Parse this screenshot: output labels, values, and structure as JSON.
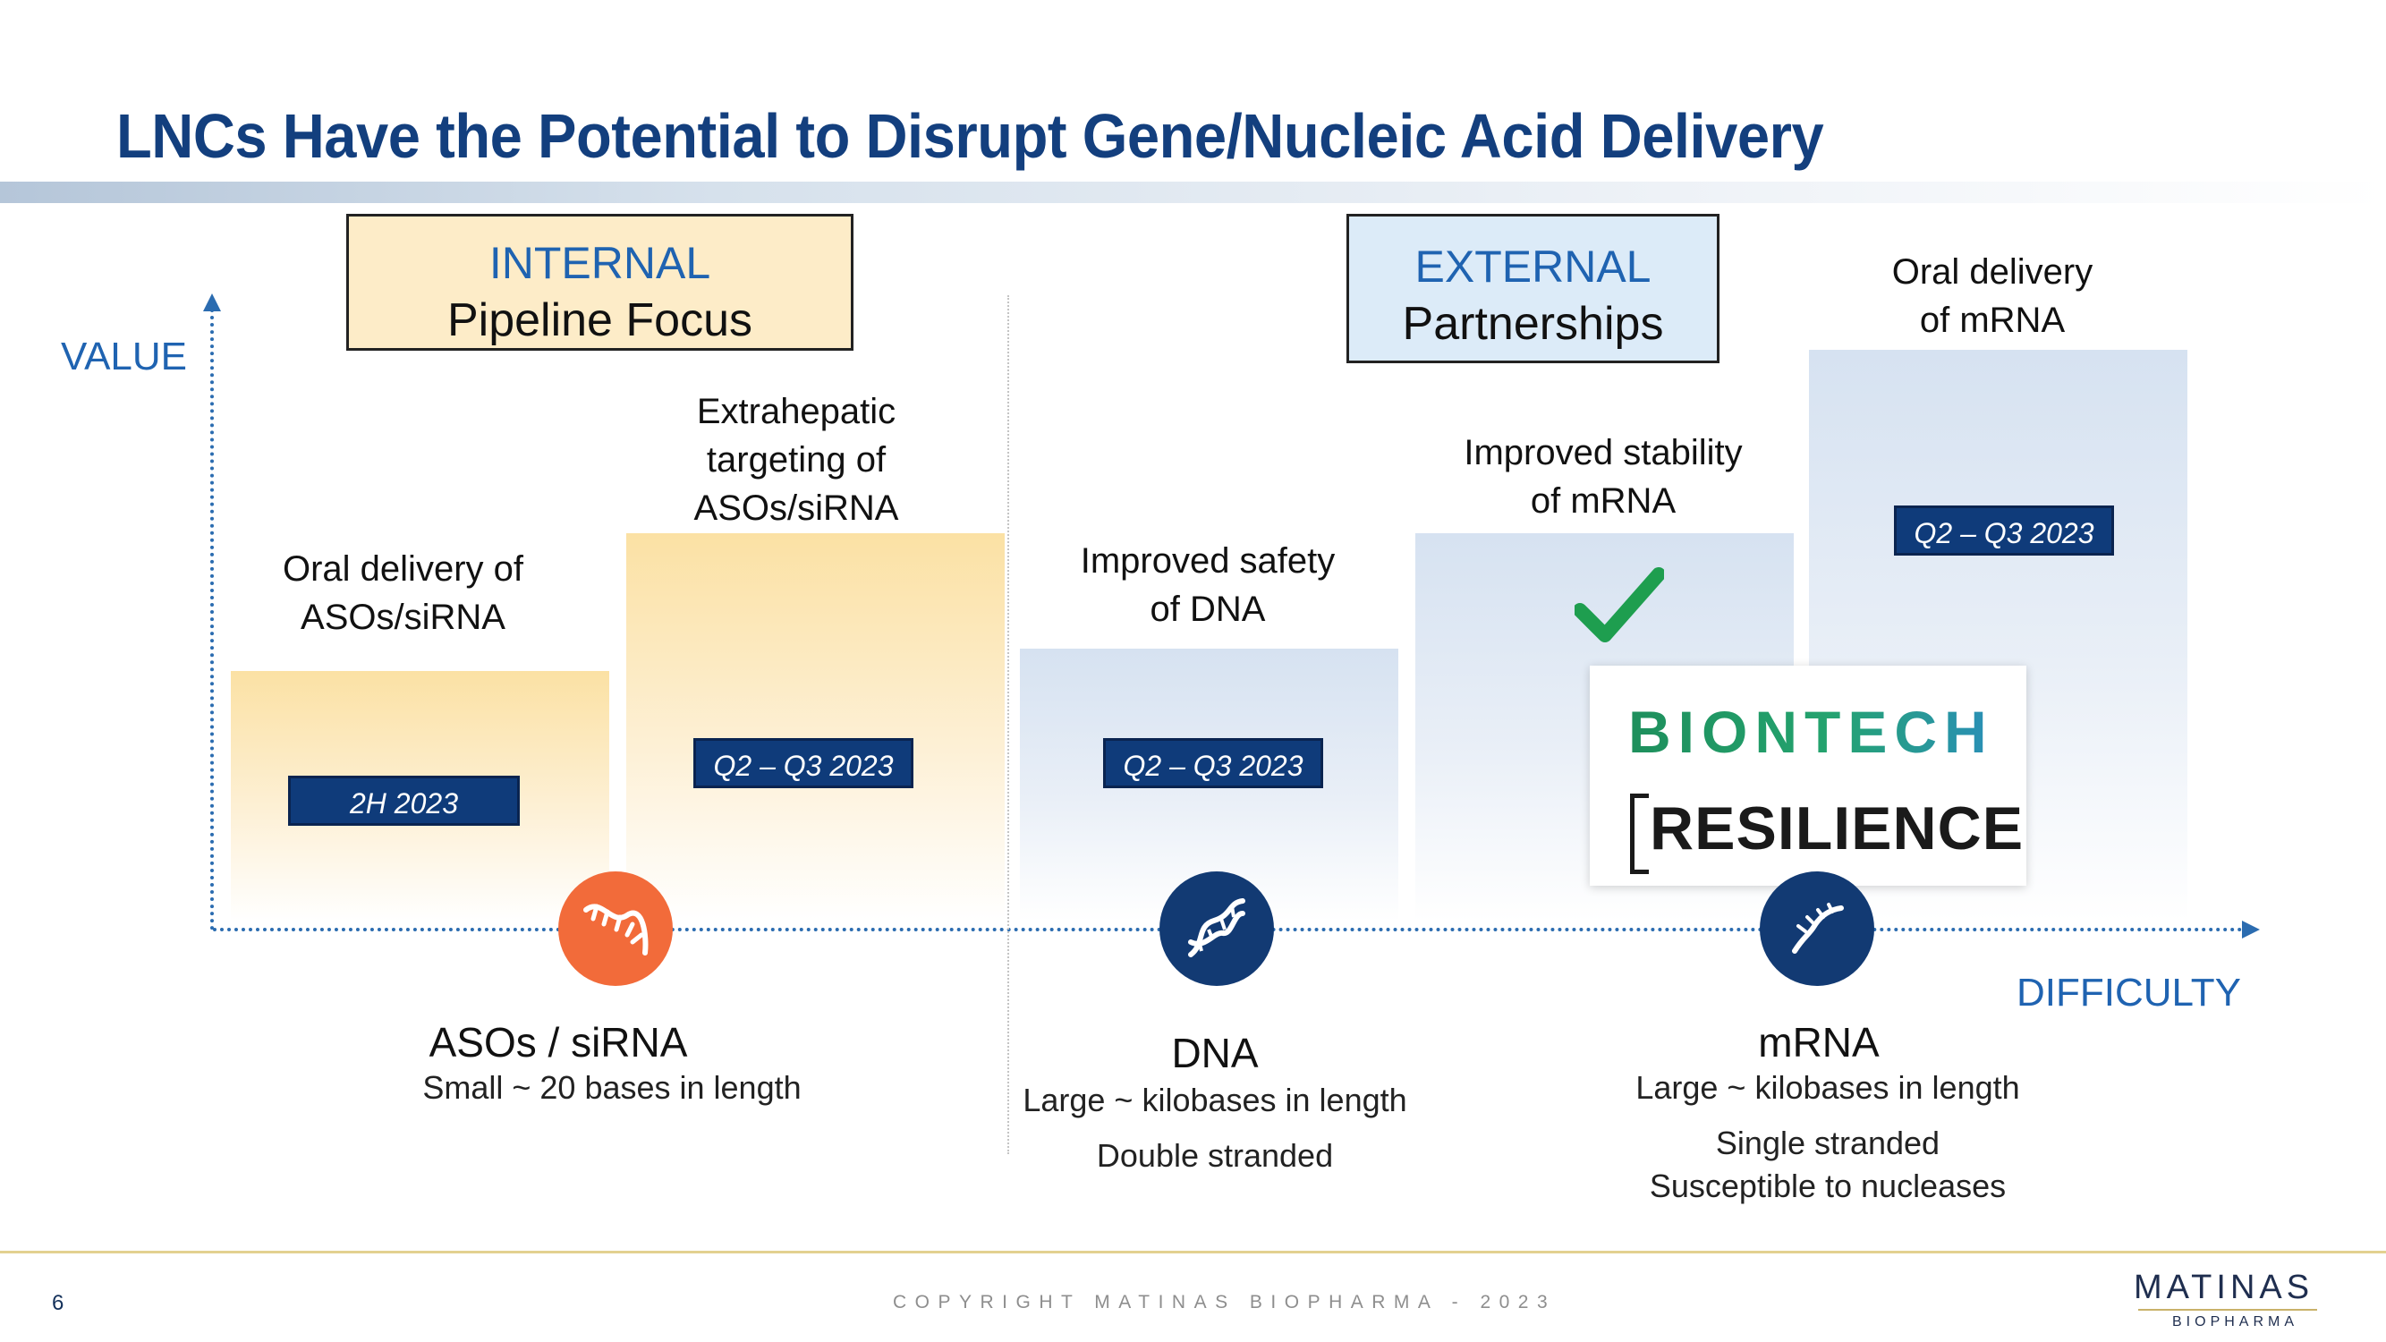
{
  "title": "LNCs Have the Potential to Disrupt Gene/Nucleic Acid Delivery",
  "axes": {
    "y_label": "VALUE",
    "x_label": "DIFFICULTY"
  },
  "headers": {
    "internal": {
      "top": "INTERNAL",
      "bottom": "Pipeline Focus"
    },
    "external": {
      "top": "EXTERNAL",
      "bottom": "Partnerships"
    }
  },
  "blocks": [
    {
      "label_lines": [
        "Oral delivery of",
        "ASOs/siRNA"
      ],
      "badge": "2H 2023"
    },
    {
      "label_lines": [
        "Extrahepatic",
        "targeting of",
        "ASOs/siRNA"
      ],
      "badge": "Q2 – Q3 2023"
    },
    {
      "label_lines": [
        "Improved safety",
        "of DNA"
      ],
      "badge": "Q2 – Q3 2023"
    },
    {
      "label_lines": [
        "Improved stability",
        "of  mRNA"
      ],
      "badge": ""
    },
    {
      "label_lines": [
        "Oral delivery",
        "of mRNA"
      ],
      "badge": "Q2 – Q3 2023"
    }
  ],
  "partners": {
    "biontech": "BIONTECH",
    "resilience": "RESILIENCE"
  },
  "categories": [
    {
      "title": "ASOs / siRNA",
      "desc": [
        "Small ~ 20 bases in length"
      ],
      "icon": "rna-strand-icon",
      "color": "#f26b3a"
    },
    {
      "title": "DNA",
      "desc": [
        "Large ~ kilobases in length",
        "Double stranded"
      ],
      "icon": "dna-helix-icon",
      "color": "#123a73"
    },
    {
      "title": "mRNA",
      "desc": [
        "Large ~ kilobases in length",
        "Single stranded",
        "Susceptible to nucleases"
      ],
      "icon": "mrna-strand-icon",
      "color": "#123a73"
    }
  ],
  "colors": {
    "title": "#133f7e",
    "accent_blue": "#1f63b1",
    "badge": "#0f3b7a",
    "check": "#1e9e4f"
  },
  "footer": {
    "page": "6",
    "copyright": "COPYRIGHT MATINAS BIOPHARMA - 2023",
    "brand": "MATINAS",
    "brand_sub": "BIOPHARMA"
  }
}
